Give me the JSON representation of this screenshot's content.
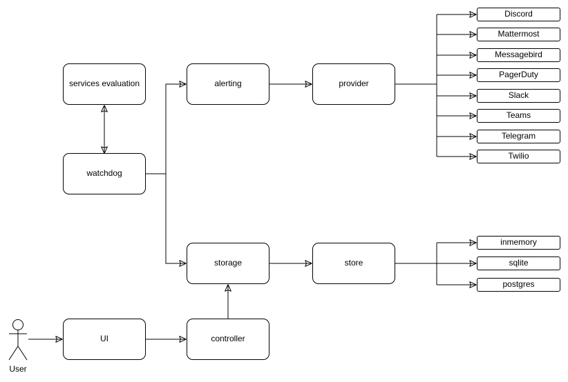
{
  "diagram": {
    "nodes": {
      "services_evaluation": "services evaluation",
      "watchdog": "watchdog",
      "alerting": "alerting",
      "provider": "provider",
      "storage": "storage",
      "store": "store",
      "ui": "UI",
      "controller": "controller"
    },
    "providers": [
      "Discord",
      "Mattermost",
      "Messagebird",
      "PagerDuty",
      "Slack",
      "Teams",
      "Telegram",
      "Twilio"
    ],
    "stores": [
      "inmemory",
      "sqlite",
      "postgres"
    ],
    "actor_label": "User",
    "colors": {
      "stroke": "#000000",
      "node_fill": "#ffffff",
      "background": "#ffffff"
    }
  }
}
